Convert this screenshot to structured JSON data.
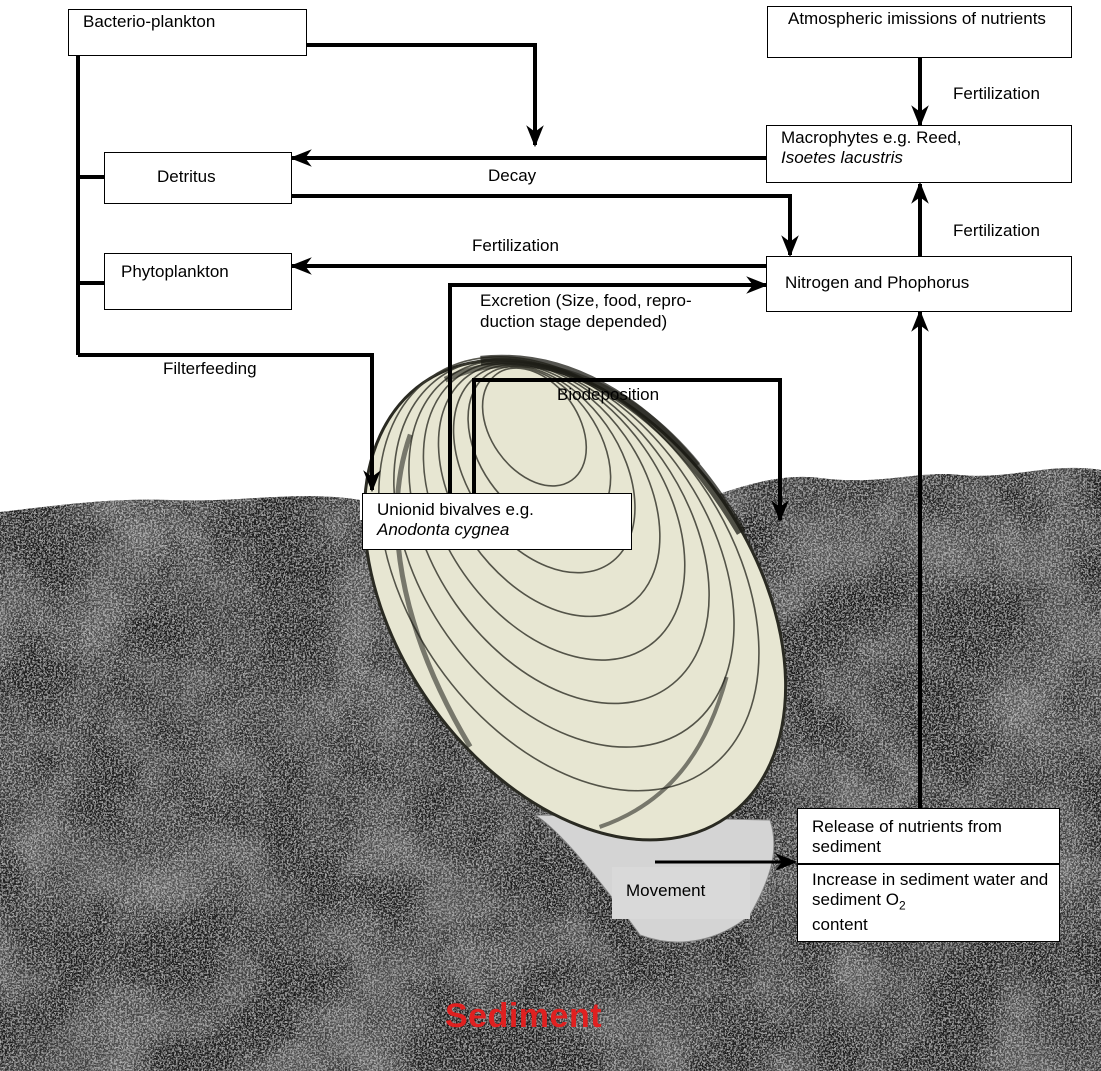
{
  "nodes": {
    "bacterioplankton": "Bacterio-plankton",
    "atmospheric": "Atmospheric imissions of nutrients",
    "macrophytes_line1": "Macrophytes e.g. Reed,",
    "macrophytes_line2": "Isoetes lacustris",
    "detritus": "Detritus",
    "phytoplankton": "Phytoplankton",
    "nitrogen": "Nitrogen and Phophorus",
    "unionid_line1": "Unionid bivalves e.g.",
    "unionid_line2": "Anodonta cygnea",
    "release": "Release of nutrients from sediment",
    "increase_main": "Increase in sediment water and sediment O",
    "increase_sub": "2",
    "increase_tail": "content"
  },
  "edge_labels": {
    "fertilization_top": "Fertilization",
    "fertilization_right": "Fertilization",
    "decay": "Decay",
    "fertilization_mid": "Fertilization",
    "excretion": "Excretion (Size, food, repro-duction stage depended)",
    "filterfeeding": "Filterfeeding",
    "biodeposition": "Biodeposition",
    "movement": "Movement"
  },
  "background": {
    "sediment_label": "Sediment"
  },
  "colors": {
    "sediment_dark": "#1a1a1a",
    "sediment_light": "#f2f2f2",
    "shell": "#e7e6d2",
    "shell_line": "#3a3a30",
    "foot": "#d4d4d4",
    "sediment_title": "#e02020"
  }
}
